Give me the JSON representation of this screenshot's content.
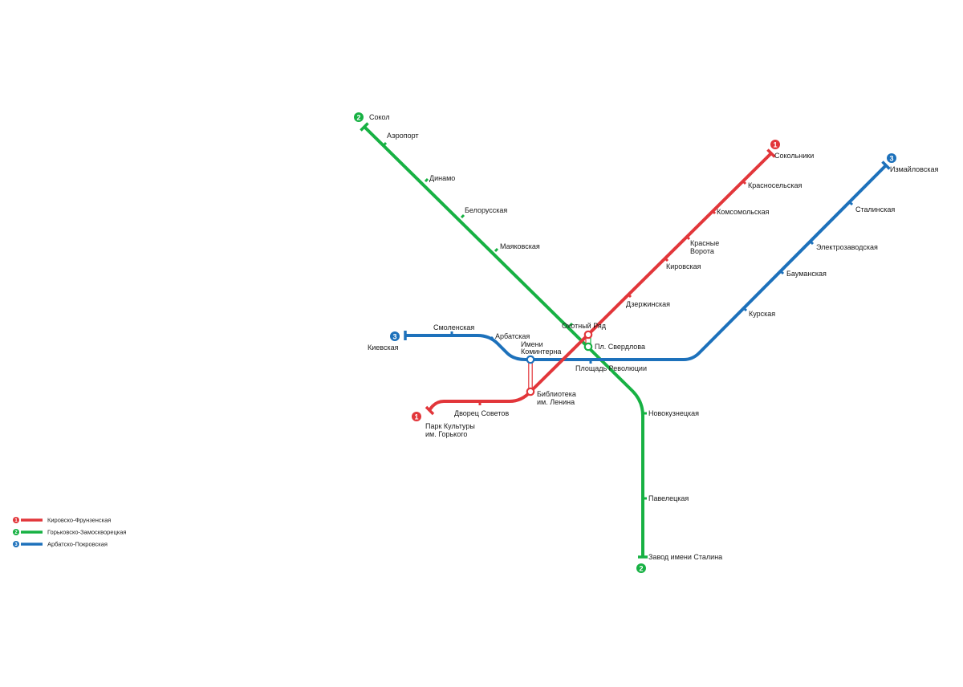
{
  "colors": {
    "red": "#e2363a",
    "green": "#17b143",
    "blue": "#1d71bb"
  },
  "lines": [
    {
      "number": "1",
      "name": "Кировско-Фрунзенская",
      "color": "#e2363a"
    },
    {
      "number": "2",
      "name": "Горьковско-Замоскворецкая",
      "color": "#17b143"
    },
    {
      "number": "3",
      "name": "Арбатско-Покровская",
      "color": "#1d71bb"
    }
  ],
  "stations": {
    "sokol": "Сокол",
    "aeroport": "Аэропорт",
    "dinamo": "Динамо",
    "belorusskaya": "Белорусская",
    "mayakovskaya": "Маяковская",
    "okhotny_ryad": "Охотный Ряд",
    "pl_sverdlova": "Пл. Свердлова",
    "novokuznetskaya": "Новокузнецкая",
    "paveletskaya": "Павелецкая",
    "zavod_stalina": "Завод имени Сталина",
    "sokolniki": "Сокольники",
    "krasnoselskaya": "Красносельская",
    "komsomolskaya": "Комсомольская",
    "krasnye_vorota_1": "Красные",
    "krasnye_vorota_2": "Ворота",
    "kirovskaya": "Кировская",
    "dzerzhinskaya": "Дзержинская",
    "biblioteka_1": "Библиотека",
    "biblioteka_2": "им. Ленина",
    "dvorets_sovetov": "Дворец Советов",
    "park_kultury_1": "Парк Культуры",
    "park_kultury_2": "им. Горького",
    "izmaylovskaya": "Измайловская",
    "stalinskaya": "Сталинская",
    "elektrozavodskaya": "Электрозаводская",
    "baumanskaya": "Бауманская",
    "kurskaya": "Курская",
    "ploshchad_revolyutsii": "Площадь Революции",
    "imeni_kominterna_1": "Имени",
    "imeni_kominterna_2": "Коминтерна",
    "arbatskaya": "Арбатская",
    "smolenskaya": "Смоленская",
    "kievskaya": "Киевская"
  }
}
